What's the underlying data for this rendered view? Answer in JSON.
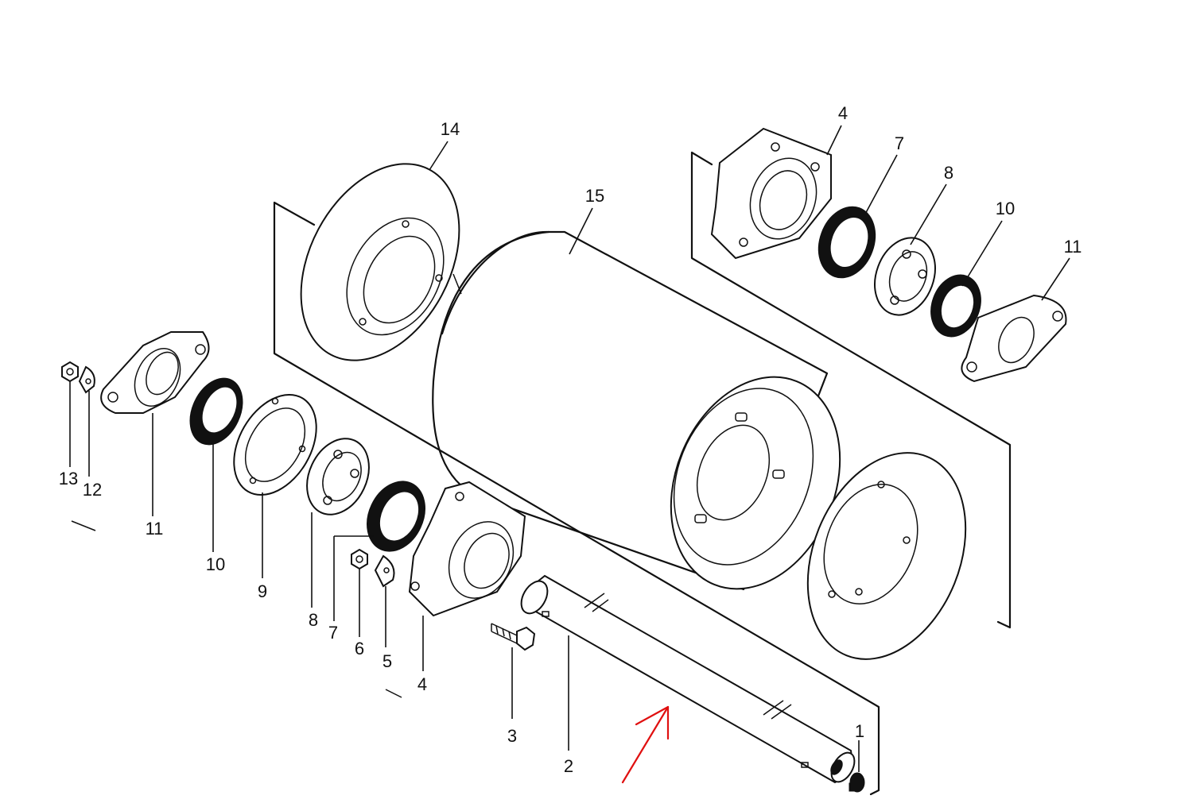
{
  "diagram": {
    "labels": [
      {
        "id": "p14",
        "text": "14"
      },
      {
        "id": "p15",
        "text": "15"
      },
      {
        "id": "p4a",
        "text": "4"
      },
      {
        "id": "p7a",
        "text": "7"
      },
      {
        "id": "p8a",
        "text": "8"
      },
      {
        "id": "p10a",
        "text": "10"
      },
      {
        "id": "p11a",
        "text": "11"
      },
      {
        "id": "p13",
        "text": "13"
      },
      {
        "id": "p12",
        "text": "12"
      },
      {
        "id": "p11b",
        "text": "11"
      },
      {
        "id": "p10b",
        "text": "10"
      },
      {
        "id": "p9",
        "text": "9"
      },
      {
        "id": "p8b",
        "text": "8"
      },
      {
        "id": "p7b",
        "text": "7"
      },
      {
        "id": "p6",
        "text": "6"
      },
      {
        "id": "p5",
        "text": "5"
      },
      {
        "id": "p4b",
        "text": "4"
      },
      {
        "id": "p3",
        "text": "3"
      },
      {
        "id": "p2",
        "text": "2"
      },
      {
        "id": "p1",
        "text": "1"
      }
    ],
    "annotation_color": "#e01010"
  }
}
